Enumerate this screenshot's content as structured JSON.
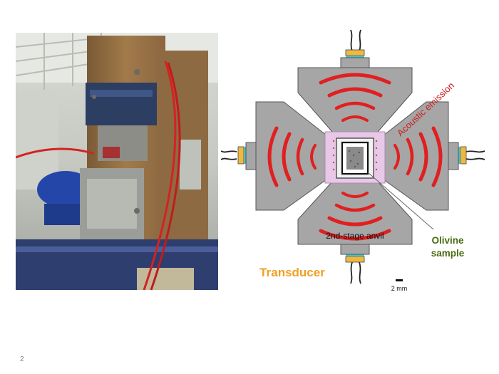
{
  "slide": {
    "page_number": "2"
  },
  "diagram": {
    "labels": {
      "acoustic_emission": "Acoustic emission",
      "anvil": "2nd-stage anvil",
      "sample_line1": "Olivine",
      "sample_line2": "sample",
      "transducer": "Transducer",
      "scale": "2 mm"
    },
    "colors": {
      "waves": "#e02020",
      "acoustic_text": "#cc1f1f",
      "sample_text": "#4a6b12",
      "transducer_text": "#f0a020",
      "anvil_fill": "#a6a6a6",
      "cube_fill": "#e7c8e7"
    }
  }
}
